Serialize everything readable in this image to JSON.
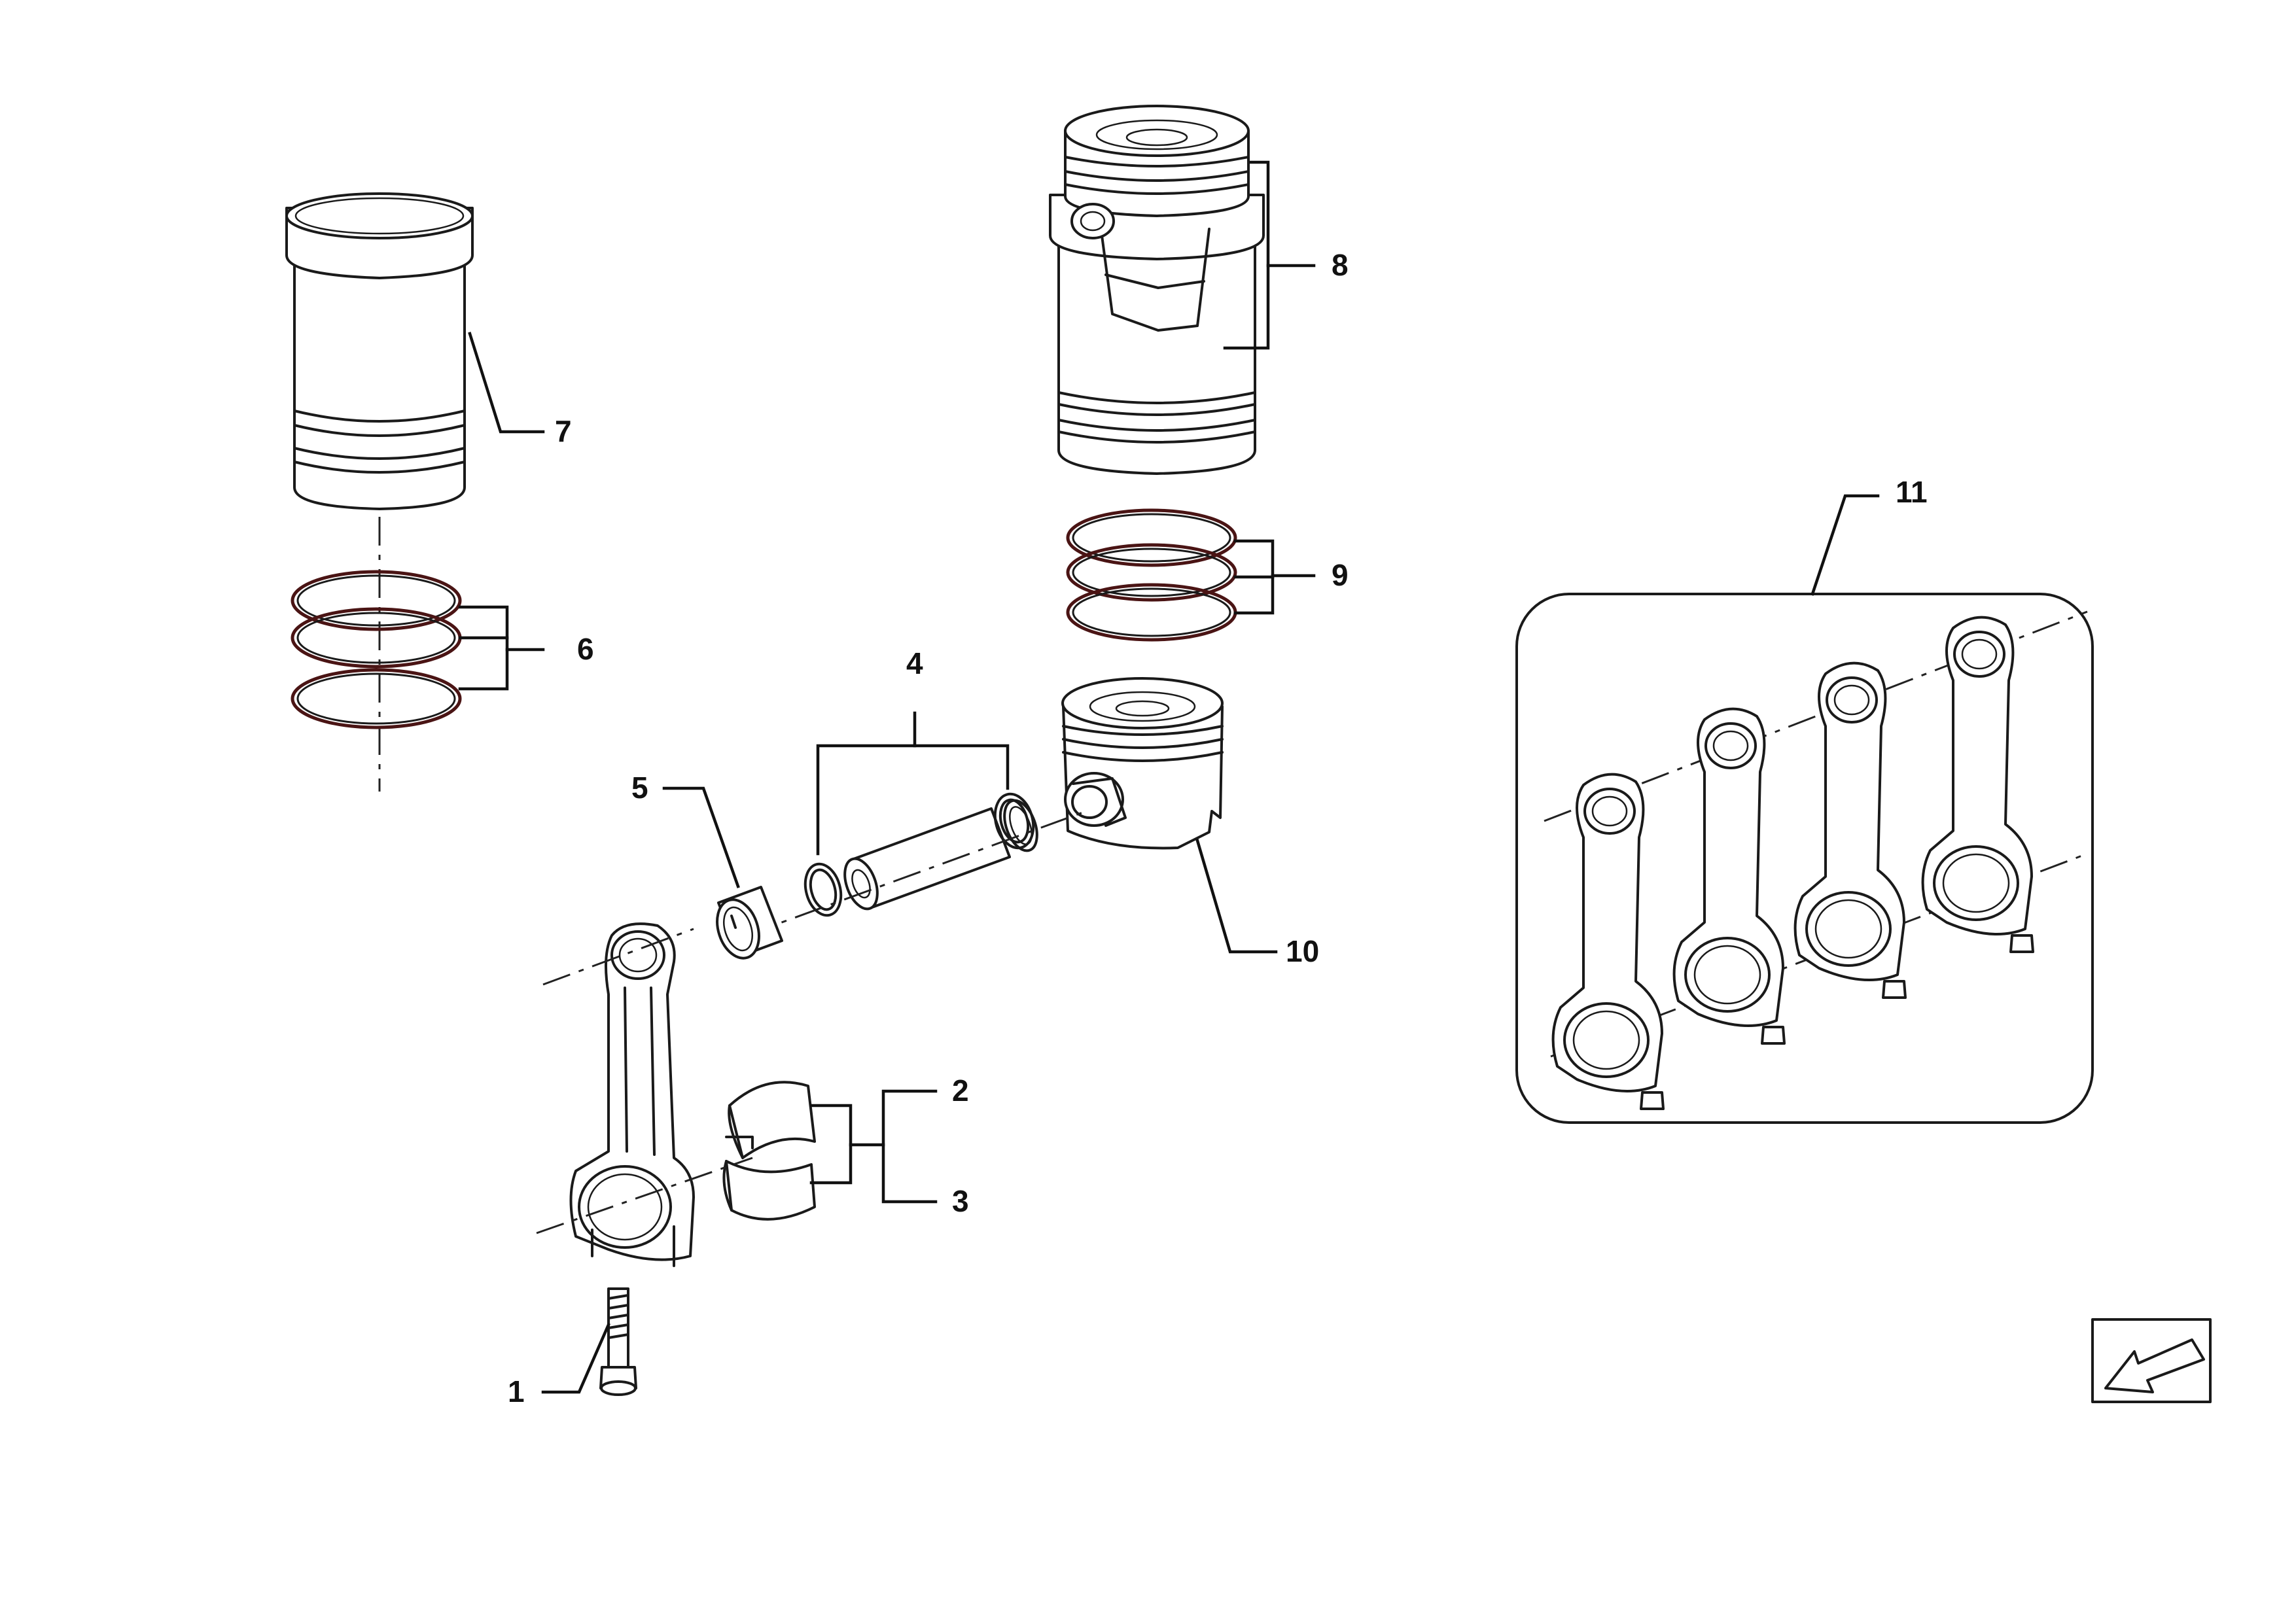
{
  "callouts": [
    {
      "id": "1",
      "text": "1"
    },
    {
      "id": "2",
      "text": "2"
    },
    {
      "id": "3",
      "text": "3"
    },
    {
      "id": "4",
      "text": "4"
    },
    {
      "id": "5",
      "text": "5"
    },
    {
      "id": "6",
      "text": "6"
    },
    {
      "id": "7",
      "text": "7"
    },
    {
      "id": "8",
      "text": "8"
    },
    {
      "id": "9",
      "text": "9"
    },
    {
      "id": "10",
      "text": "10"
    },
    {
      "id": "11",
      "text": "11"
    }
  ],
  "icons": {
    "orientation": "arrow-down-left-icon",
    "line_color": "#1a1a1a",
    "ring_color": "#4a1414"
  }
}
